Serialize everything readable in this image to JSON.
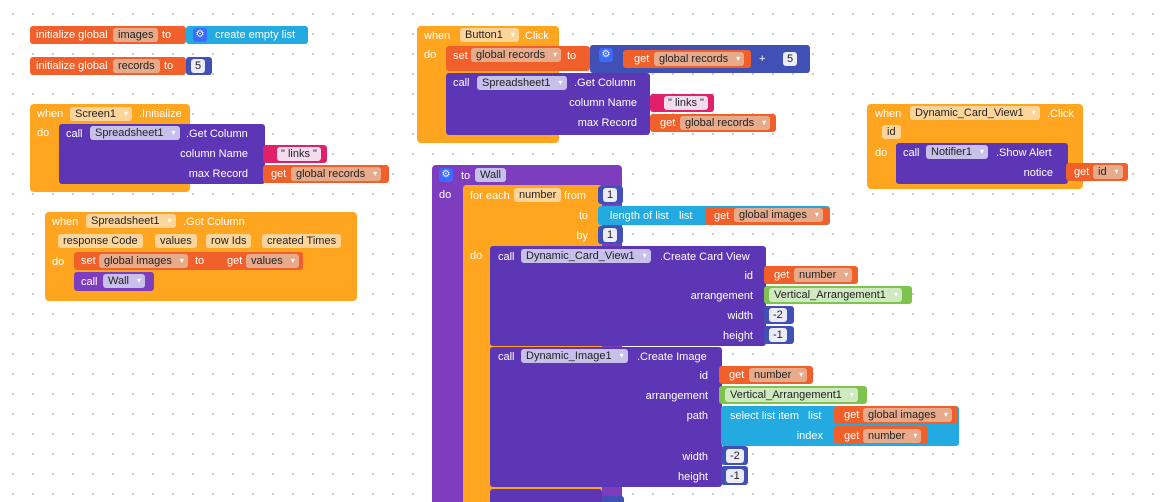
{
  "init_images": {
    "kw": "initialize global",
    "var": "images",
    "to": "to",
    "val": "create empty list"
  },
  "init_records": {
    "kw": "initialize global",
    "var": "records",
    "to": "to",
    "val": "5"
  },
  "screen_init": {
    "when": "when",
    "comp": "Screen1",
    "event": ".Initialize",
    "do": "do",
    "call": "call",
    "target": "Spreadsheet1",
    "method": ".Get Column",
    "arg1": "column Name",
    "str": "links",
    "arg2": "max Record",
    "get": "get",
    "getvar": "global records"
  },
  "got_column": {
    "when": "when",
    "comp": "Spreadsheet1",
    "event": ".Got Column",
    "params": [
      "response Code",
      "values",
      "row Ids",
      "created Times"
    ],
    "do": "do",
    "set": "set",
    "setvar": "global images",
    "to": "to",
    "get": "get",
    "getvar": "values",
    "call": "call",
    "proc": "Wall"
  },
  "button_click": {
    "when": "when",
    "comp": "Button1",
    "event": ".Click",
    "do": "do",
    "set": "set",
    "setvar": "global records",
    "to": "to",
    "get": "get",
    "getvar": "global records",
    "plus": "+",
    "num": "5",
    "call": "call",
    "target": "Spreadsheet1",
    "method": ".Get Column",
    "arg1": "column Name",
    "str": "links",
    "arg2": "max Record",
    "get2": "get",
    "getvar2": "global records"
  },
  "wall": {
    "to": "to",
    "name": "Wall",
    "do": "do",
    "loop": {
      "label": "for each",
      "var": "number",
      "from": "from",
      "from_val": "1",
      "to": "to",
      "length": "length of list",
      "list": "list",
      "get": "get",
      "getvar": "global images",
      "by": "by",
      "by_val": "1",
      "do": "do"
    },
    "card": {
      "call": "call",
      "target": "Dynamic_Card_View1",
      "method": ".Create Card View",
      "id": "id",
      "get": "get",
      "idvar": "number",
      "arrangement": "arrangement",
      "arr_val": "Vertical_Arrangement1",
      "width": "width",
      "w_val": "-2",
      "height": "height",
      "h_val": "-1"
    },
    "image": {
      "call": "call",
      "target": "Dynamic_Image1",
      "method": ".Create Image",
      "id": "id",
      "get": "get",
      "idvar": "number",
      "arrangement": "arrangement",
      "arr_val": "Vertical_Arrangement1",
      "path": "path",
      "select": "select list item",
      "list": "list",
      "listvar": "global images",
      "index": "index",
      "indexvar": "number",
      "width": "width",
      "w_val": "-2",
      "height": "height",
      "h_val": "-1"
    }
  },
  "card_click": {
    "when": "when",
    "comp": "Dynamic_Card_View1",
    "event": ".Click",
    "param": "id",
    "do": "do",
    "call": "call",
    "target": "Notifier1",
    "method": ".Show Alert",
    "arg": "notice",
    "get": "get",
    "getvar": "id"
  },
  "icons": {
    "gear": "gear-icon",
    "dropdown": "chevron-down-icon"
  },
  "colors": {
    "variables": "#f1602b",
    "events": "#ffa520",
    "components": "#5d36b6",
    "lists": "#23aae1",
    "text": "#e0216a",
    "math": "#4150b4",
    "procedures": "#7e3cbe",
    "arrangement": "#7fc34f"
  }
}
